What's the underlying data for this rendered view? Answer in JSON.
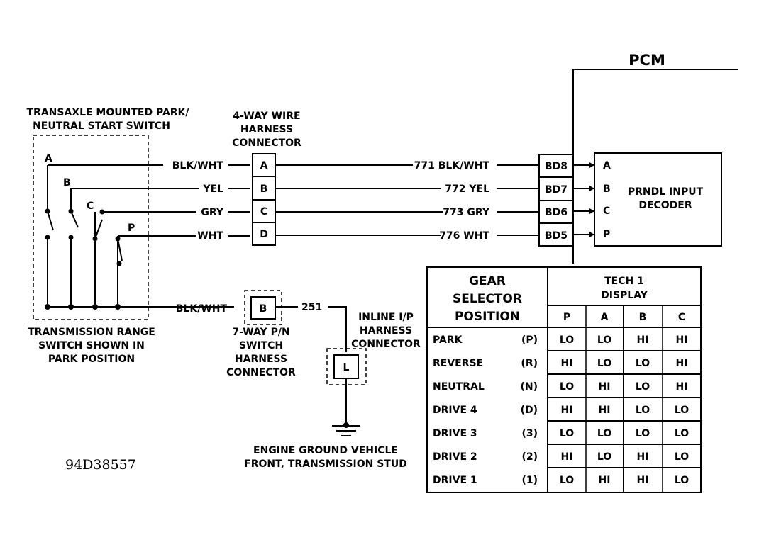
{
  "pcm": {
    "label": "PCM",
    "decoder_label": [
      "PRNDL INPUT",
      "DECODER"
    ],
    "decoder_pins": [
      "A",
      "B",
      "C",
      "P"
    ],
    "terminals": [
      "BD8",
      "BD7",
      "BD6",
      "BD5"
    ]
  },
  "switch": {
    "title": [
      "TRANSAXLE MOUNTED PARK/",
      "NEUTRAL START SWITCH"
    ],
    "contacts": [
      "A",
      "B",
      "C",
      "P"
    ],
    "caption": [
      "TRANSMISSION RANGE",
      "SWITCH SHOWN IN",
      "PARK POSITION"
    ]
  },
  "connector4": {
    "title": [
      "4-WAY WIRE",
      "HARNESS",
      "CONNECTOR"
    ],
    "pins": [
      "A",
      "B",
      "C",
      "D"
    ]
  },
  "wires_left": [
    "BLK/WHT",
    "YEL",
    "GRY",
    "WHT"
  ],
  "wires_right": [
    "771 BLK/WHT",
    "772 YEL",
    "773 GRY",
    "776 WHT"
  ],
  "ground_wire": {
    "color_label": "BLK/WHT",
    "pin": "B",
    "circuit": "251"
  },
  "connector7": {
    "caption": [
      "7-WAY P/N",
      "SWITCH",
      "HARNESS",
      "CONNECTOR"
    ]
  },
  "inline_connector": {
    "title": [
      "INLINE I/P",
      "HARNESS",
      "CONNECTOR"
    ],
    "pin": "L"
  },
  "ground": {
    "caption": [
      "ENGINE GROUND VEHICLE",
      "FRONT, TRANSMISSION STUD"
    ]
  },
  "figure_id": "94D38557",
  "table": {
    "title": [
      "GEAR",
      "SELECTOR",
      "POSITION"
    ],
    "display_header": [
      "TECH 1",
      "DISPLAY"
    ],
    "columns": [
      "P",
      "A",
      "B",
      "C"
    ],
    "rows": [
      {
        "gear": "PARK",
        "code": "(P)",
        "values": [
          "LO",
          "LO",
          "HI",
          "HI"
        ]
      },
      {
        "gear": "REVERSE",
        "code": "(R)",
        "values": [
          "HI",
          "LO",
          "LO",
          "HI"
        ]
      },
      {
        "gear": "NEUTRAL",
        "code": "(N)",
        "values": [
          "LO",
          "HI",
          "LO",
          "HI"
        ]
      },
      {
        "gear": "DRIVE 4",
        "code": "(D)",
        "values": [
          "HI",
          "HI",
          "LO",
          "LO"
        ]
      },
      {
        "gear": "DRIVE 3",
        "code": "(3)",
        "values": [
          "LO",
          "LO",
          "LO",
          "LO"
        ]
      },
      {
        "gear": "DRIVE 2",
        "code": "(2)",
        "values": [
          "HI",
          "LO",
          "HI",
          "LO"
        ]
      },
      {
        "gear": "DRIVE 1",
        "code": "(1)",
        "values": [
          "LO",
          "HI",
          "HI",
          "LO"
        ]
      }
    ]
  }
}
